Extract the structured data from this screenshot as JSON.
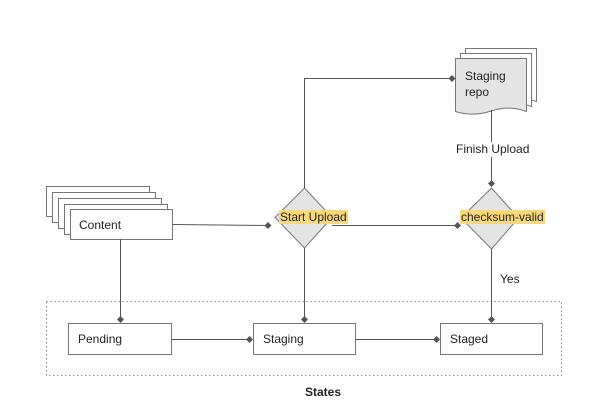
{
  "diagram": {
    "nodes": {
      "content": "Content",
      "start_upload": "Start Upload",
      "staging_repo": "Staging\nrepo",
      "checksum_valid": "checksum-valid",
      "pending": "Pending",
      "staging": "Staging",
      "staged": "Staged"
    },
    "edge_labels": {
      "finish_upload": "Finish Upload",
      "yes": "Yes"
    },
    "group_label": "States"
  },
  "colors": {
    "line": "#555555",
    "box_border": "#777777",
    "diamond_fill": "#e4e4e4",
    "highlight": "#f9d77b",
    "group_border": "#888888"
  }
}
